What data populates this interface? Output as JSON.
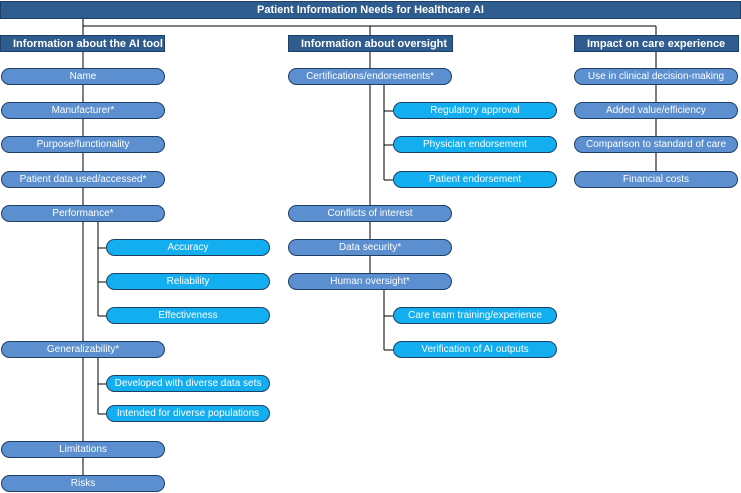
{
  "title": "Patient Information Needs for Healthcare AI",
  "colors": {
    "header": "#2e5c8e",
    "primary_node": "#5b8fcf",
    "sub_node": "#12aef0",
    "connector": "#000000"
  },
  "columns": [
    {
      "id": "ai_tool",
      "title": "Information about the AI tool",
      "items": [
        {
          "label": "Name",
          "children": []
        },
        {
          "label": "Manufacturer*",
          "children": []
        },
        {
          "label": "Purpose/functionality",
          "children": []
        },
        {
          "label": "Patient data used/accessed*",
          "children": []
        },
        {
          "label": "Performance*",
          "children": [
            "Accuracy",
            "Reliability",
            "Effectiveness"
          ]
        },
        {
          "label": "Generalizability*",
          "children": [
            "Developed with diverse data sets",
            "Intended for diverse populations"
          ]
        },
        {
          "label": "Limitations",
          "children": []
        },
        {
          "label": "Risks",
          "children": []
        }
      ]
    },
    {
      "id": "oversight",
      "title": "Information about oversight",
      "items": [
        {
          "label": "Certifications/endorsements*",
          "children": [
            "Regulatory approval",
            "Physician endorsement",
            "Patient endorsement"
          ]
        },
        {
          "label": "Conflicts of interest",
          "children": []
        },
        {
          "label": "Data security*",
          "children": []
        },
        {
          "label": "Human oversight*",
          "children": [
            "Care team training/experience",
            "Verification of AI outputs"
          ]
        }
      ]
    },
    {
      "id": "care",
      "title": "Impact on care experience",
      "items": [
        {
          "label": "Use in clinical decision-making",
          "children": []
        },
        {
          "label": "Added value/efficiency",
          "children": []
        },
        {
          "label": "Comparison to standard of care",
          "children": []
        },
        {
          "label": "Financial costs",
          "children": []
        }
      ]
    }
  ]
}
